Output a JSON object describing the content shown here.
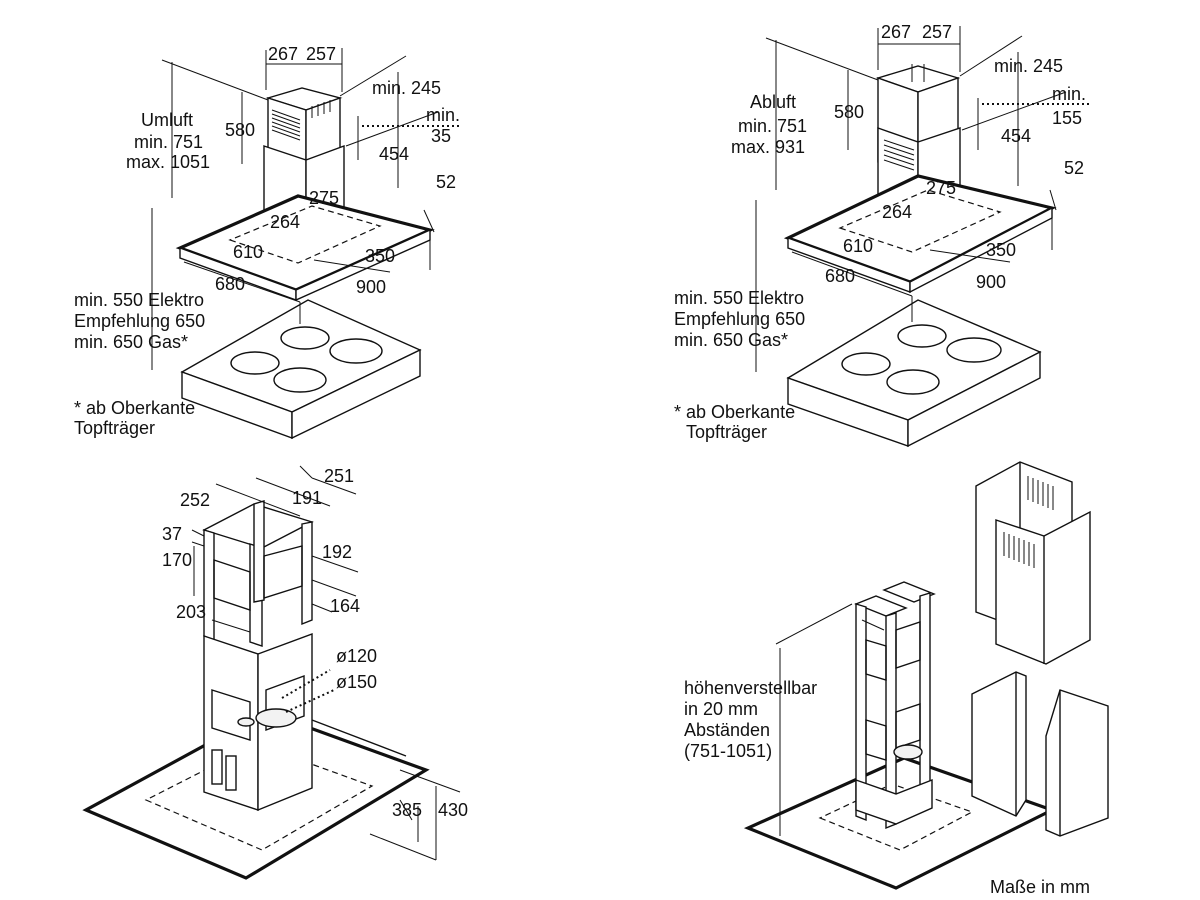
{
  "diagram": {
    "units_note": "Maße in mm",
    "recirculation": {
      "mode_label": "Umluft",
      "height_min": "min. 751",
      "height_max": "max. 1051",
      "dims": {
        "chimney_w1": "267",
        "chimney_w2": "257",
        "chimney_h": "580",
        "gap_top": "min. 245",
        "gap_small_a": "min.",
        "gap_small_b": "35",
        "inner_454": "454",
        "inner_275": "275",
        "inner_264": "264",
        "hood_52": "52",
        "hood_610": "610",
        "hood_350": "350",
        "hood_680": "680",
        "hood_900": "900"
      },
      "clearance_lines": [
        "min. 550 Elektro",
        "Empfehlung 650",
        "min. 650 Gas*"
      ],
      "footnote_lines": [
        "* ab Oberkante",
        "Topfträger"
      ]
    },
    "extraction": {
      "mode_label": "Abluft",
      "height_min": "min. 751",
      "height_max": "max. 931",
      "dims": {
        "chimney_w1": "267",
        "chimney_w2": "257",
        "chimney_h": "580",
        "gap_top": "min. 245",
        "gap_small_a": "min.",
        "gap_small_b": "155",
        "inner_454": "454",
        "inner_275": "275",
        "inner_264": "264",
        "hood_52": "52",
        "hood_610": "610",
        "hood_350": "350",
        "hood_680": "680",
        "hood_900": "900"
      },
      "clearance_lines": [
        "min. 550 Elektro",
        "Empfehlung 650",
        "min. 650 Gas*"
      ],
      "footnote_lines": [
        "* ab Oberkante",
        "Topfträger"
      ]
    },
    "frame": {
      "dims": {
        "d251": "251",
        "d252": "252",
        "d191": "191",
        "d37": "37",
        "d192": "192",
        "d170": "170",
        "d203": "203",
        "d164": "164",
        "dia120": "ø120",
        "dia150": "ø150",
        "d385": "385",
        "d430": "430"
      }
    },
    "adjustable": {
      "lines": [
        "höhenverstellbar",
        "in 20 mm",
        "Abständen",
        "(751-1051)"
      ]
    }
  }
}
